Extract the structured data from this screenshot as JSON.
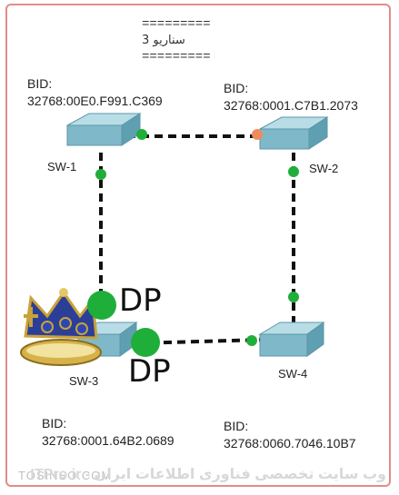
{
  "scenario": {
    "sep_top": "=========",
    "title": "سناریو 3",
    "sep_bottom": "========="
  },
  "switches": [
    {
      "id": "sw1",
      "label": "SW-1",
      "bid_label": "BID:",
      "bid": "32768:00E0.F991.C369"
    },
    {
      "id": "sw2",
      "label": "SW-2",
      "bid_label": "BID:",
      "bid": "32768:0001.C7B1.2073"
    },
    {
      "id": "sw3",
      "label": "SW-3",
      "bid_label": "BID:",
      "bid": "32768:0001.64B2.0689"
    },
    {
      "id": "sw4",
      "label": "SW-4",
      "bid_label": "BID:",
      "bid": "32768:0060.7046.10B7"
    }
  ],
  "ports": {
    "dp_label_1": "DP",
    "dp_label_2": "DP"
  },
  "colors": {
    "forwarding": "#1fae3a",
    "blocking": "#f08a5d",
    "link": "#111111",
    "switch": "#7fb9c9"
  },
  "footer": {
    "left": "TOSINSO.COM",
    "right": "ITPro.ir - وب سایت تخصصی فناوری اطلاعات ایران"
  }
}
